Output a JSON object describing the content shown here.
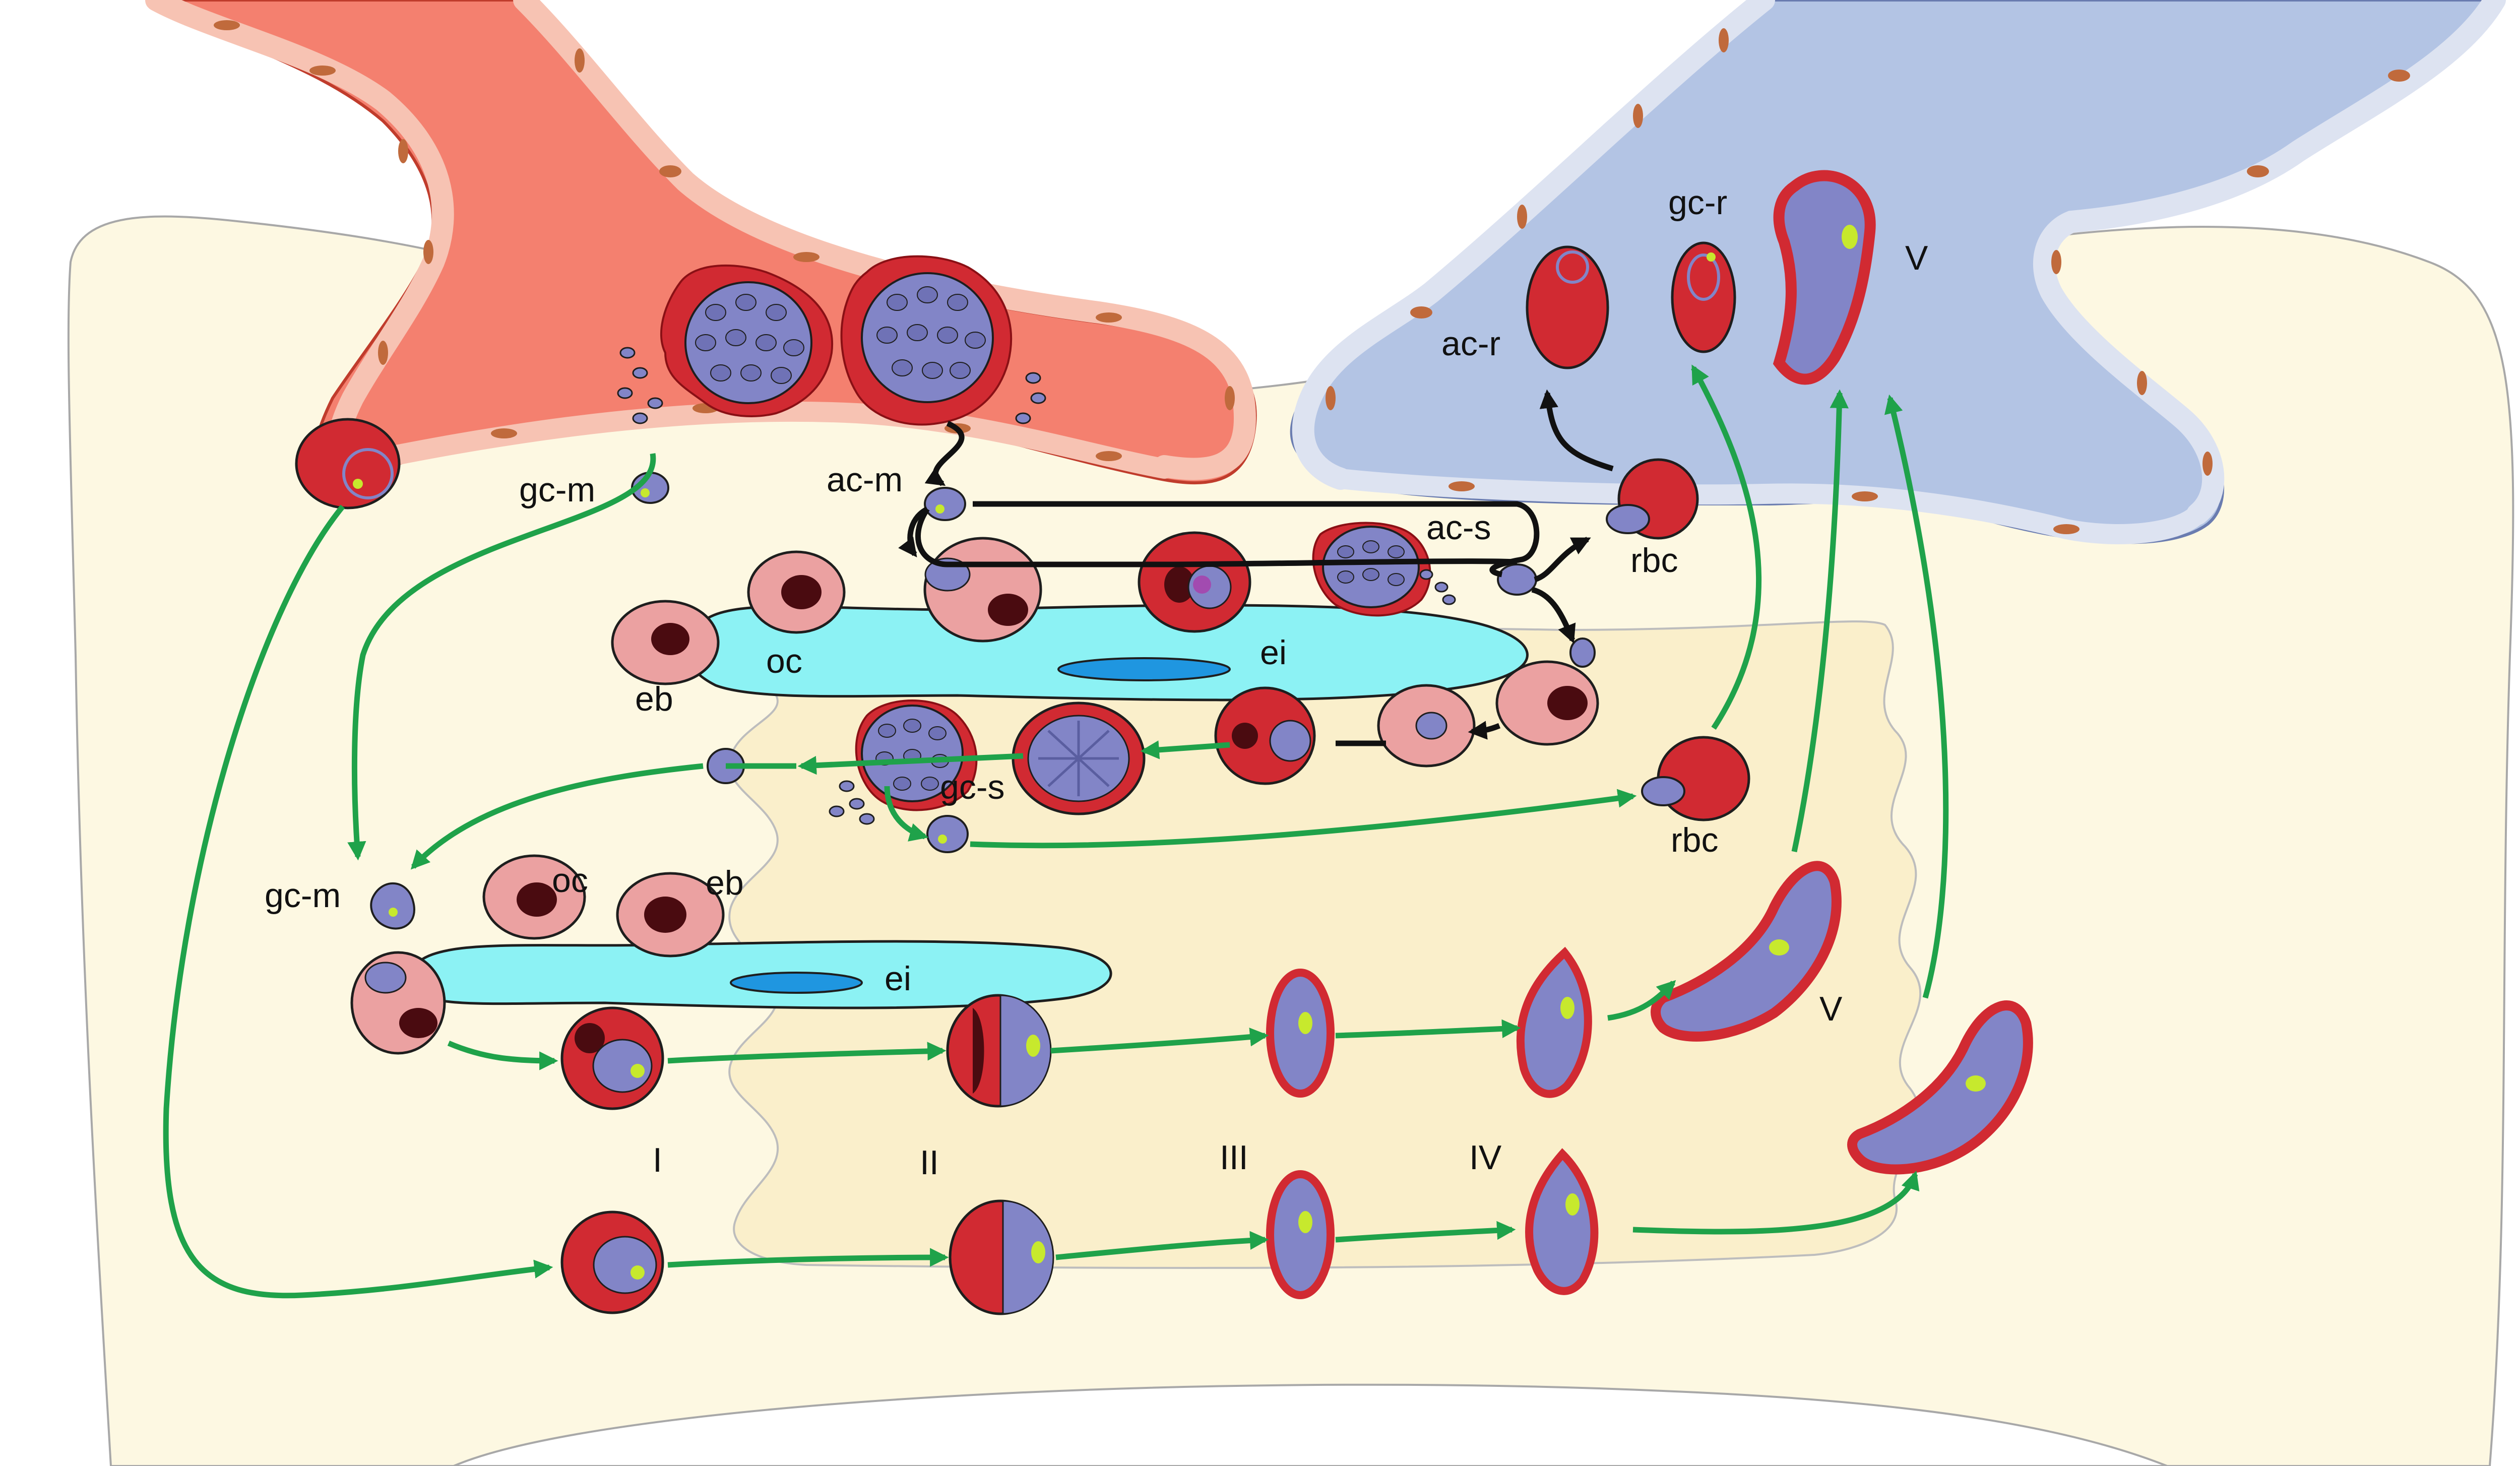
{
  "labels": {
    "ac_m": "ac-m",
    "ac_s": "ac-s",
    "ac_r": "ac-r",
    "gc_r": "gc-r",
    "gc_m_top": "gc-m",
    "gc_m_left": "gc-m",
    "gc_s": "gc-s",
    "rbc_top": "rbc",
    "rbc_mid": "rbc",
    "oc_top": "oc",
    "oc_bottom": "oc",
    "eb_top": "eb",
    "eb_bottom": "eb",
    "ei_top": "ei",
    "ei_bottom": "ei",
    "v_top": "V",
    "v_mid": "V",
    "stage_1": "I",
    "stage_2": "II",
    "stage_3": "III",
    "stage_4": "IV"
  },
  "colors": {
    "arterial": "#f4806f",
    "arterial_wall": "#f7c3b3",
    "venous": "#b3c4e4",
    "venous_wall": "#dde3f1",
    "tissue": "#fdf8e2",
    "tissue_inner": "#faefcb",
    "erythrocyte": "#d12a32",
    "parasite": "#8285c7",
    "nucleus": "#c7e92d",
    "erythroblast": "#eba1a1",
    "macrophage": "#8cf2f4",
    "macrophage_nucleus": "#1f96e0",
    "path_green": "#1fa24a",
    "path_black": "#111111"
  }
}
